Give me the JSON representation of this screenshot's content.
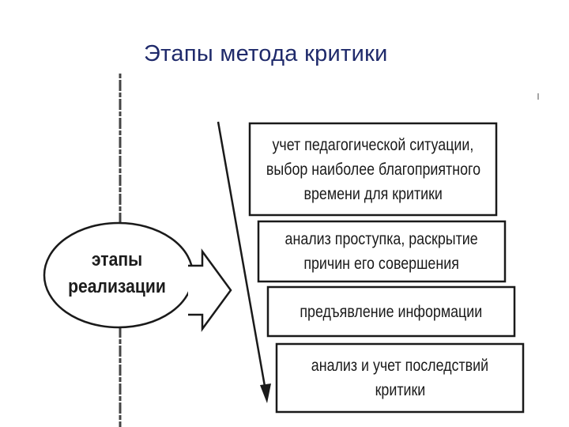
{
  "title": "Этапы метода критики",
  "center": {
    "lines": [
      "этапы",
      "реализации"
    ]
  },
  "steps": [
    {
      "lines": [
        "учет педагогической ситуации,",
        "выбор наиболее благоприятного",
        "времени для критики"
      ]
    },
    {
      "lines": [
        "анализ проступка, раскрытие",
        "причин его совершения"
      ]
    },
    {
      "lines": [
        "предъявление информации"
      ]
    },
    {
      "lines": [
        "анализ и учет последствий",
        "критики"
      ]
    }
  ],
  "colors": {
    "title": "#1f2a6b",
    "ink": "#1a1a1a"
  }
}
